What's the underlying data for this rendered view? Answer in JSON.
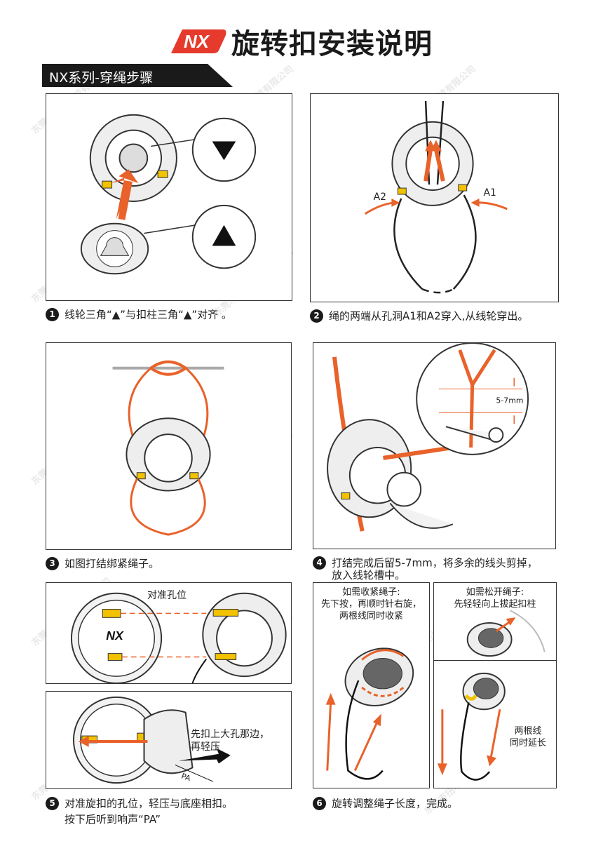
{
  "header": {
    "title": "旋转扣安装说明",
    "logo_text": "NX",
    "section_label": "NX系列-穿绳步骤"
  },
  "watermark": "东莞市扭嗒科技有限公司",
  "steps": {
    "s1": {
      "num": "1",
      "text": "线轮三角“▲”与扣柱三角“▲”对齐 。"
    },
    "s2": {
      "num": "2",
      "text": "绳的两端从孔洞A1和A2穿入,从线轮穿出。",
      "label_a1": "A1",
      "label_a2": "A2"
    },
    "s3": {
      "num": "3",
      "text": "如图打结绑紧绳子。"
    },
    "s4": {
      "num": "4",
      "line1": "打结完成后留5-7mm，将多余的线头剪掉，",
      "line2": "放入线轮槽中。",
      "measure": "5-7mm"
    },
    "s5": {
      "num": "5",
      "line1": "对准旋扣的孔位，轻压与底座相扣。",
      "line2": "按下后听到响声“PA”",
      "align_label": "对准孔位",
      "press_line1": "先扣上大孔那边，",
      "press_line2": "再轻压",
      "sound": "PA"
    },
    "s6": {
      "num": "6",
      "text": "旋转调整绳子长度，完成。",
      "tighten_1": "如需收紧绳子:",
      "tighten_2": "先下按，再顺时针右旋，",
      "tighten_3": "两根线同时收紧",
      "loosen_1": "如需松开绳子:",
      "loosen_2": "先轻轻向上拔起扣柱",
      "extend_1": "两根线",
      "extend_2": "同时延长"
    }
  },
  "colors": {
    "accent": "#e8622a",
    "yellow": "#f2c200",
    "dark": "#1a1a1a",
    "brand": "#e53a2c"
  }
}
